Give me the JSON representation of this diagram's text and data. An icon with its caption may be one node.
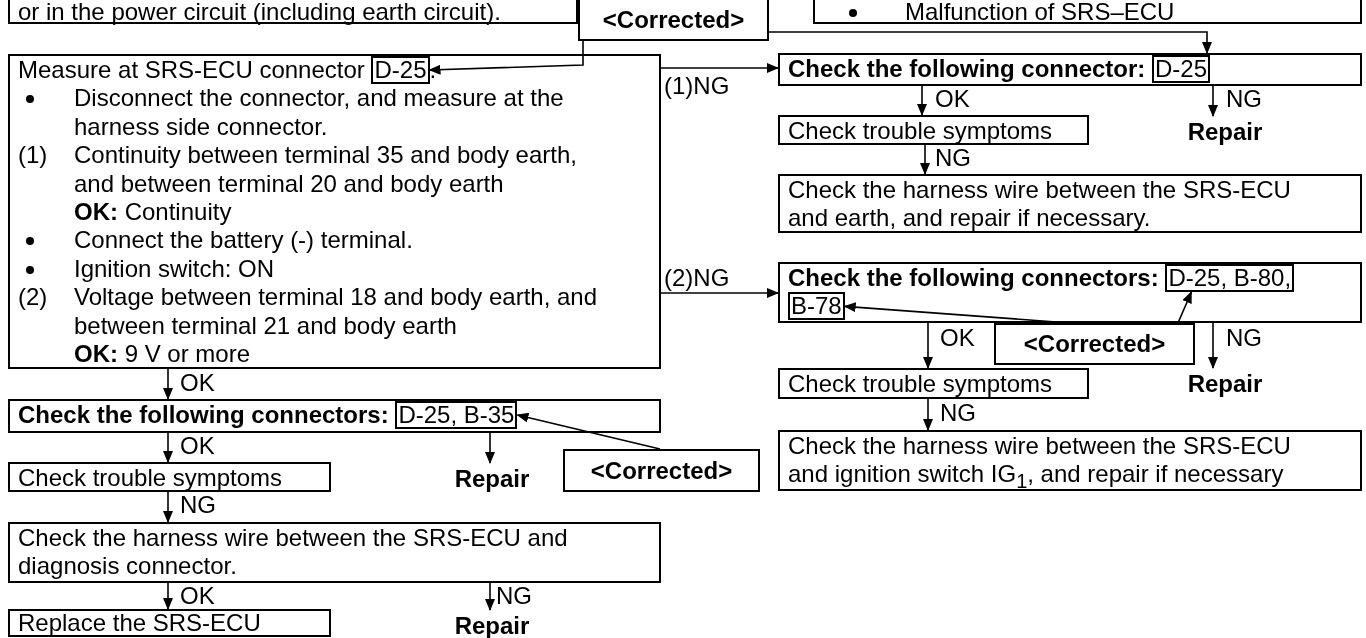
{
  "diagram": {
    "nodes": [
      {
        "text": [
          "or in the power circuit (including earth circuit)."
        ]
      },
      {
        "text": [
          "Malfunction of SRS–ECU"
        ]
      },
      {
        "text": [
          "<Corrected>"
        ]
      },
      {
        "text": [
          "Measure at SRS-ECU connector",
          ".",
          "Disconnect the connector, and measure at the harness side connector.",
          "(1)",
          "Continuity between terminal 35 and body earth, and between terminal 20 and body earth",
          "**OK:** Continuity",
          "Connect the battery (-) terminal.",
          "Ignition switch: ON",
          "(2)",
          "Voltage between terminal 18 and body earth, and between terminal 21 and body earth",
          "**OK:** 9 V or more"
        ]
      },
      {
        "text": [
          "D-25"
        ],
        "in": 3
      },
      {
        "text": [
          "Check the following connector:"
        ]
      },
      {
        "text": [
          "D-25"
        ],
        "in": 5
      },
      {
        "text": [
          "Check trouble symptoms"
        ]
      },
      {
        "text": [
          "Repair"
        ]
      },
      {
        "text": [
          "Check the harness wire between the SRS-ECU and earth, and repair if necessary."
        ]
      },
      {
        "text": [
          "Check the following connectors:"
        ]
      },
      {
        "text": [
          "D-25, B-80,"
        ],
        "in": 10
      },
      {
        "text": [
          "B-78"
        ],
        "in": 10
      },
      {
        "text": [
          "<Corrected>"
        ]
      },
      {
        "text": [
          "Check trouble symptoms"
        ]
      },
      {
        "text": [
          "Repair"
        ]
      },
      {
        "text": [
          "Check the harness wire between the SRS-ECU and ignition switch IG$_{1}$, and repair if necessary"
        ]
      },
      {
        "text": [
          "Check the following connectors:"
        ]
      },
      {
        "text": [
          "D-25, B-35"
        ],
        "in": 17
      },
      {
        "text": [
          "Check trouble symptoms"
        ]
      },
      {
        "text": [
          "Repair"
        ]
      },
      {
        "text": [
          "<Corrected>"
        ]
      },
      {
        "text": [
          "Check the harness wire between the SRS-ECU and diagnosis connector."
        ]
      },
      {
        "text": [
          "Replace the SRS-ECU"
        ]
      },
      {
        "text": [
          "Repair"
        ]
      }
    ],
    "edges": [
      {
        "from": 2,
        "to": 4,
        "arrow": "to"
      },
      {
        "from": 2,
        "to": 5,
        "arrow": "to"
      },
      {
        "from": 3,
        "to": 5,
        "arrow": "to",
        "label": "(1)NG"
      },
      {
        "from": 3,
        "to": 10,
        "arrow": "to",
        "label": "(2)NG"
      },
      {
        "from": 5,
        "to": 7,
        "arrow": "to",
        "label": "OK"
      },
      {
        "from": 5,
        "to": 8,
        "arrow": "to",
        "label": "NG"
      },
      {
        "from": 7,
        "to": 9,
        "arrow": "to",
        "label": "NG"
      },
      {
        "from": 10,
        "to": 14,
        "arrow": "to",
        "label": "OK"
      },
      {
        "from": 10,
        "to": 15,
        "arrow": "to",
        "label": "NG"
      },
      {
        "from": 14,
        "to": 16,
        "arrow": "to",
        "label": "NG"
      },
      {
        "from": 13,
        "to": 12,
        "arrow": "to"
      },
      {
        "from": 13,
        "to": 11,
        "arrow": "to"
      },
      {
        "from": 3,
        "to": 17,
        "arrow": "to",
        "label": "OK"
      },
      {
        "from": 17,
        "to": 19,
        "arrow": "to",
        "label": "OK"
      },
      {
        "from": 17,
        "to": 20,
        "arrow": "to"
      },
      {
        "from": 19,
        "to": 22,
        "arrow": "to",
        "label": "NG"
      },
      {
        "from": 22,
        "to": 23,
        "arrow": "to",
        "label": "OK"
      },
      {
        "from": 22,
        "to": 24,
        "arrow": "to",
        "label": "NG"
      },
      {
        "from": 21,
        "to": 18,
        "arrow": "to"
      }
    ]
  }
}
